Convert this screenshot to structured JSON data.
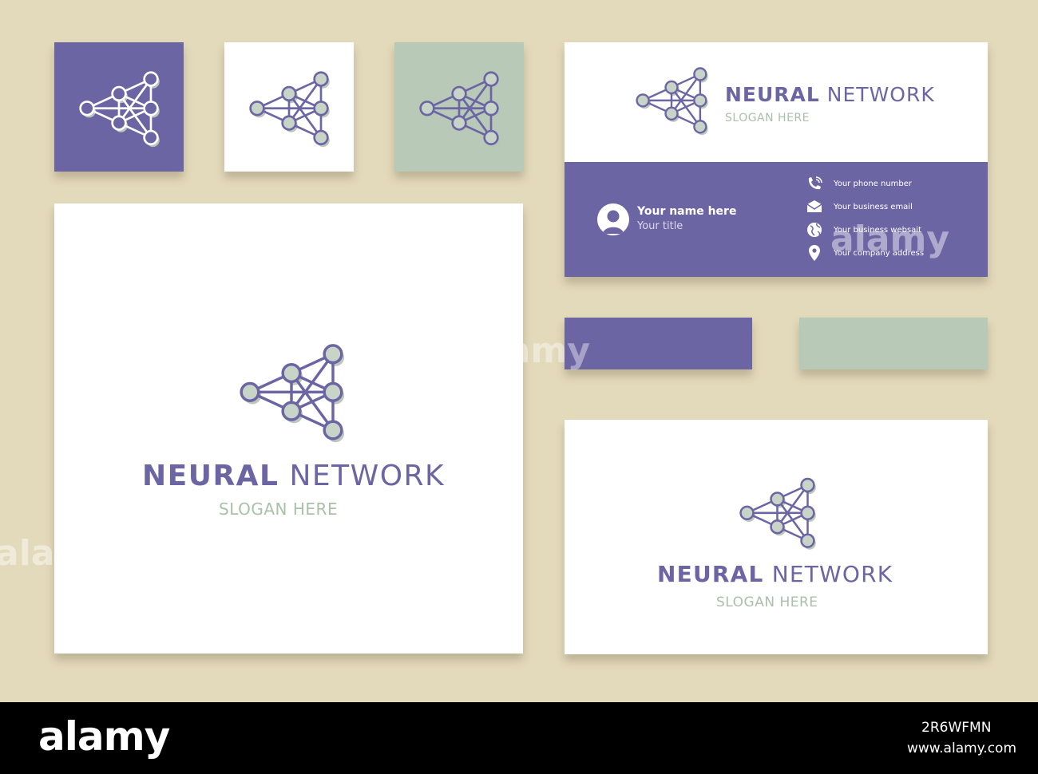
{
  "colors": {
    "background": "#e3d9bb",
    "purple": "#6c65a4",
    "sage": "#b8c9b8",
    "white": "#ffffff",
    "footer": "#000000"
  },
  "brand": {
    "name_bold": "NEURAL",
    "name_light": "NETWORK",
    "slogan": "SLOGAN HERE"
  },
  "business_card": {
    "person_name": "Your name here",
    "person_title": "Your title",
    "contacts": [
      {
        "icon": "phone-icon",
        "text": "Your phone number"
      },
      {
        "icon": "email-icon",
        "text": "Your business email"
      },
      {
        "icon": "globe-icon",
        "text": "Your business websait"
      },
      {
        "icon": "location-pin-icon",
        "text": "Your company address"
      }
    ]
  },
  "watermark": {
    "text": "alamy"
  },
  "footer": {
    "logo": "alamy",
    "image_id": "2R6WFMN",
    "url": "www.alamy.com"
  }
}
